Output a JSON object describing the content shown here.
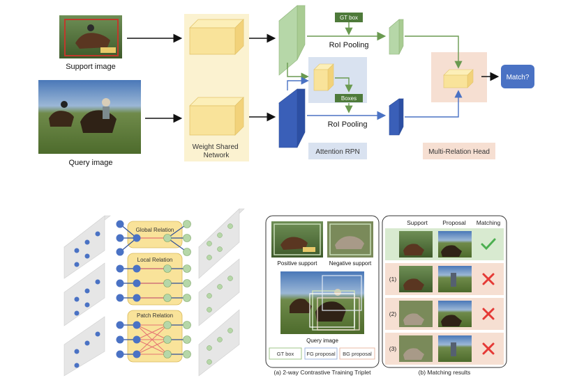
{
  "pipeline": {
    "support_caption": "Support image",
    "query_caption": "Query image",
    "weight_shared_label": "Weight Shared Network",
    "gt_box_tag": "GT box",
    "roi_pooling_top": "RoI Pooling",
    "roi_pooling_bottom": "RoI Pooling",
    "boxes_tag": "Boxes",
    "attention_rpn_label": "Attention RPN",
    "multi_relation_head_label": "Multi-Relation Head",
    "match_label": "Match?"
  },
  "relations": {
    "global": "Global Relation",
    "local": "Local Relation",
    "patch": "Patch Relation"
  },
  "triplet": {
    "positive_support": "Positive support",
    "negative_support": "Negative support",
    "query_image": "Query image",
    "legend": [
      "GT box",
      "FG proposal",
      "BG proposal"
    ],
    "caption": "(a) 2-way Contrastive Training Triplet"
  },
  "matching": {
    "headers": [
      "Support",
      "Proposal",
      "Matching"
    ],
    "rows": [
      {
        "index": "",
        "result": "match"
      },
      {
        "index": "(1)",
        "result": "no-match"
      },
      {
        "index": "(2)",
        "result": "no-match"
      },
      {
        "index": "(3)",
        "result": "no-match"
      }
    ],
    "caption": "(b) Matching results"
  },
  "colors": {
    "feature_yellow": "#f9e39a",
    "green": "#b6d7a8",
    "blue": "#3a5fb8",
    "attention_bg": "#d9e2f0",
    "head_bg": "#f6dfd2",
    "match_box": "#4a72c4",
    "gt_tag": "#4e7a3a",
    "check_green": "#4caf50",
    "cross_red": "#e53935"
  }
}
